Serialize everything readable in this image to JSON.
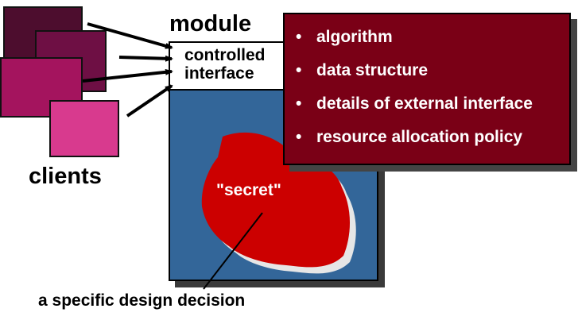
{
  "diagram": {
    "module_label": "module",
    "interface_line1": "controlled",
    "interface_line2": "interface",
    "clients_label": "clients",
    "secret_label": "\"secret\"",
    "decision_label": "a specific design decision",
    "bullet_glyph": "•",
    "secrets": [
      "algorithm",
      "data structure",
      "details of external interface",
      "resource allocation policy"
    ]
  },
  "colors": {
    "client_1": "#4d0d2e",
    "client_2": "#6e0f44",
    "client_3": "#a4145e",
    "client_4": "#d83a8e",
    "module_fill": "#336699",
    "secret_blob": "#cc0000",
    "panel_fill": "#7a0016"
  }
}
